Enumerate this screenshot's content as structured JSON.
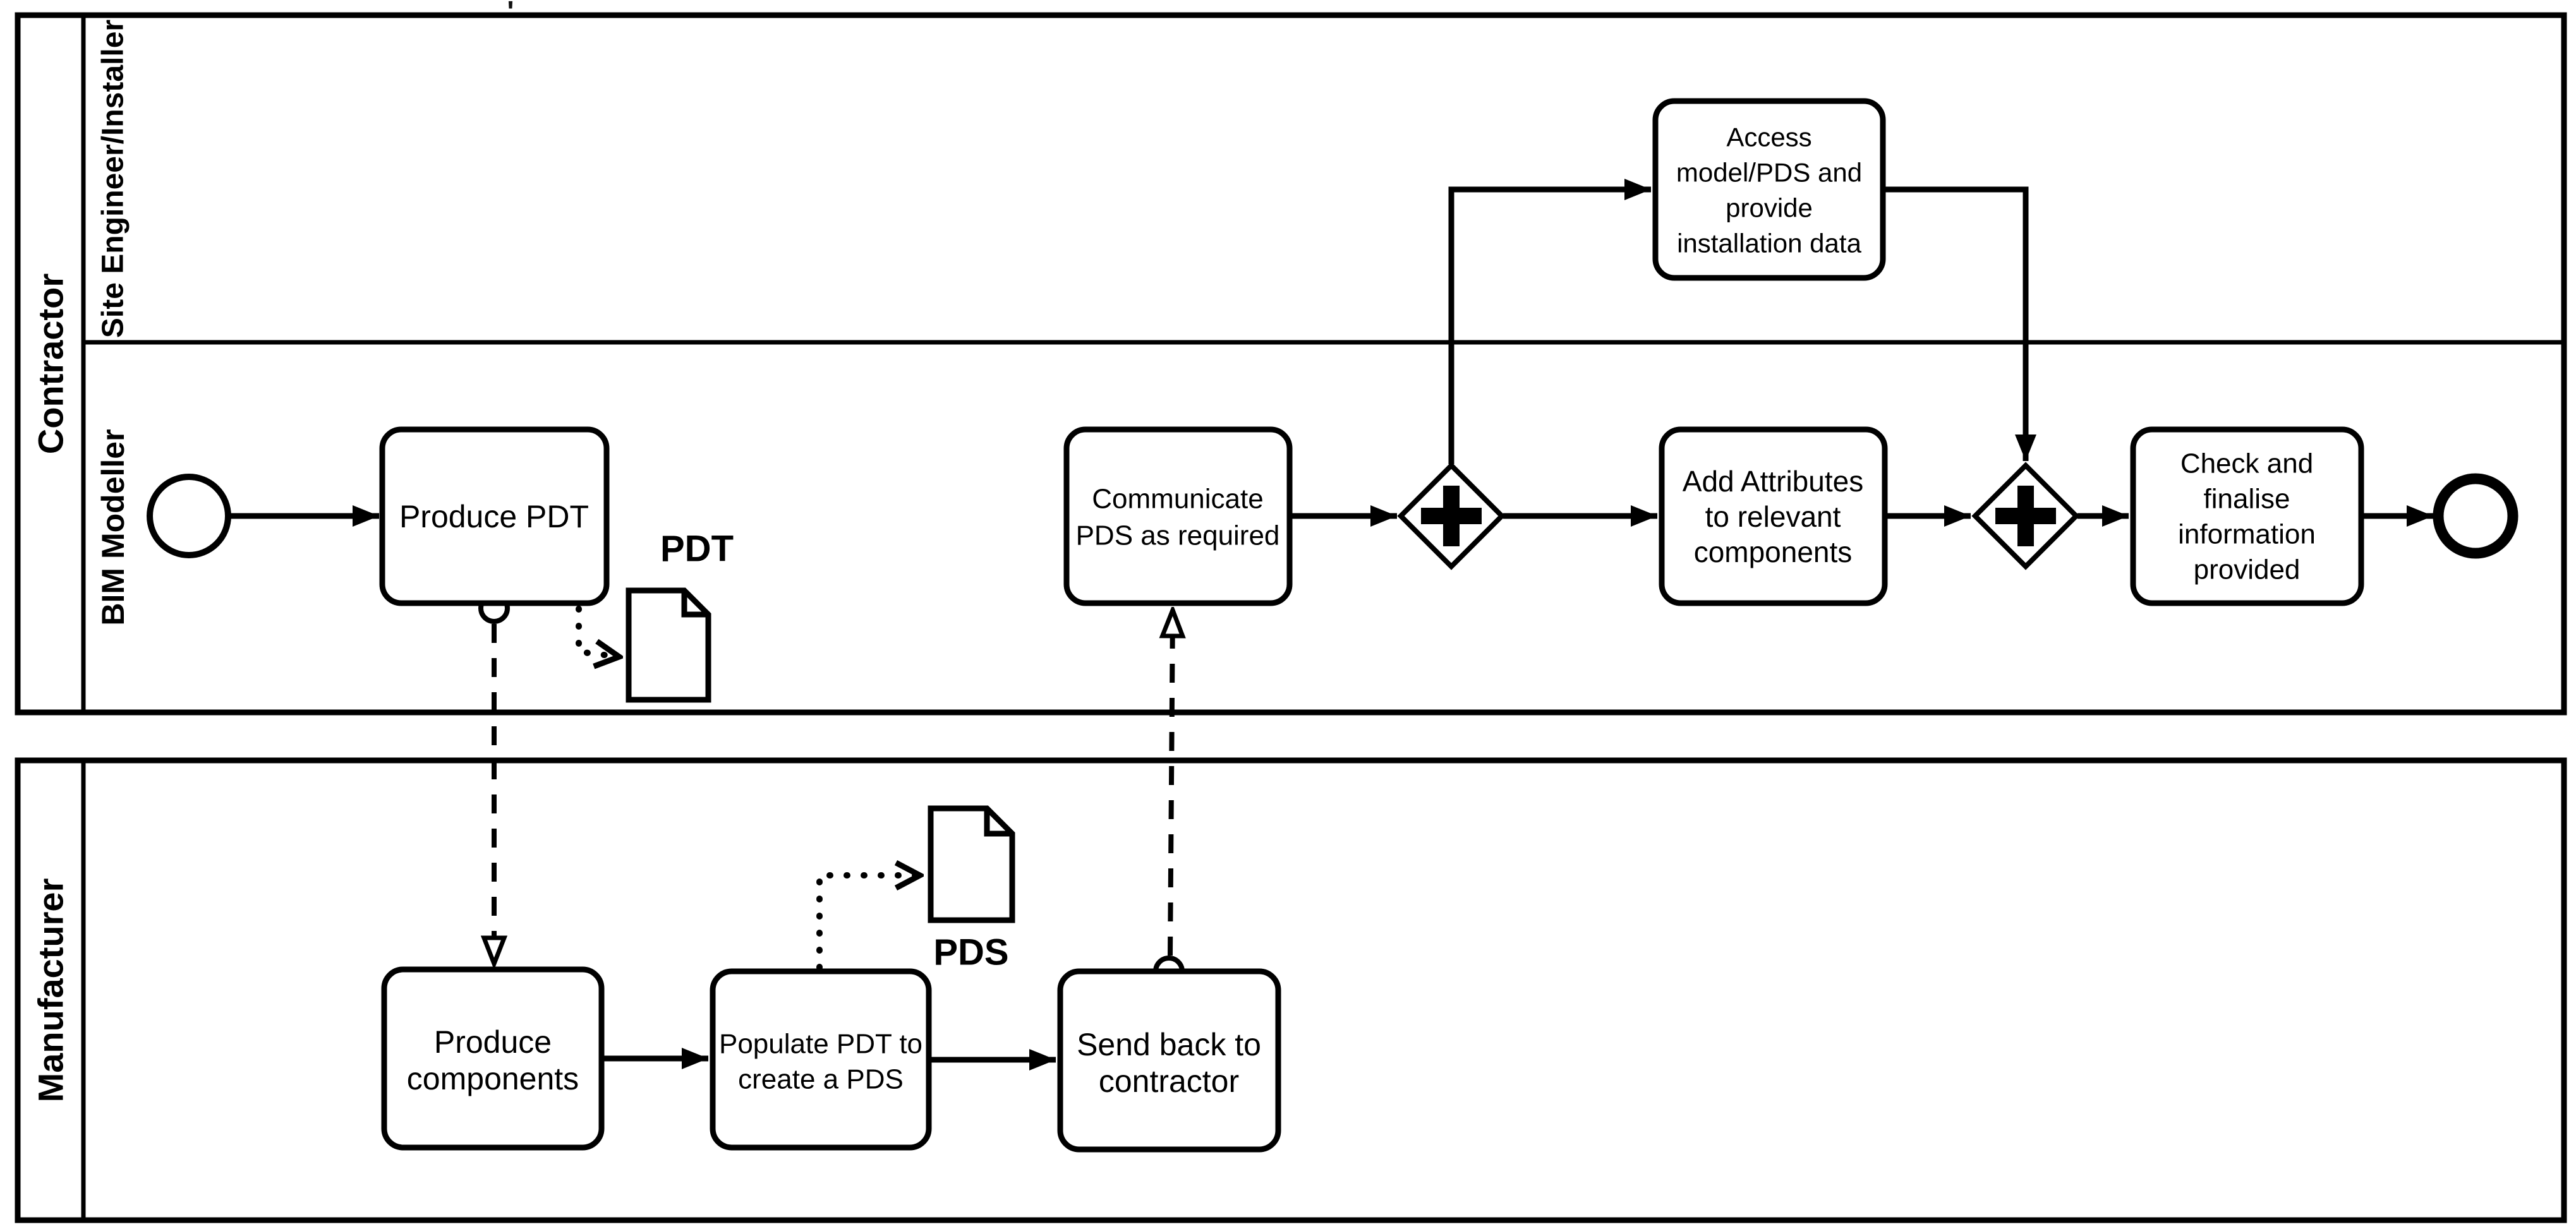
{
  "page": {
    "background": "#ffffff",
    "ink": "#000000"
  },
  "pools": [
    {
      "label": "Contractor",
      "lanes": [
        {
          "label": "Site Engineer/Installer"
        },
        {
          "label": "BIM Modeller"
        }
      ]
    },
    {
      "label": "Manufacturer",
      "lanes": []
    }
  ],
  "tasks": {
    "produce_pdt": {
      "lines": [
        "Produce PDT"
      ]
    },
    "communicate_pds": {
      "lines": [
        "Communicate",
        "PDS as required"
      ]
    },
    "access_model": {
      "lines": [
        "Access",
        "model/PDS and",
        "provide",
        "installation data"
      ]
    },
    "add_attributes": {
      "lines": [
        "Add Attributes",
        "to relevant",
        "components"
      ]
    },
    "check_finalise": {
      "lines": [
        "Check and",
        "finalise",
        "information",
        "provided"
      ]
    },
    "produce_components": {
      "lines": [
        "Produce",
        "components"
      ]
    },
    "populate_pdt": {
      "lines": [
        "Populate PDT to",
        "create a PDS"
      ]
    },
    "send_back": {
      "lines": [
        "Send back to",
        "contractor"
      ]
    }
  },
  "data_objects": {
    "pdt": {
      "label": "PDT"
    },
    "pds": {
      "label": "PDS"
    }
  },
  "gateways": {
    "gateway1": {
      "type": "parallel"
    },
    "gateway2": {
      "type": "parallel"
    }
  },
  "artifacts": {
    "stray_mark": "'"
  }
}
